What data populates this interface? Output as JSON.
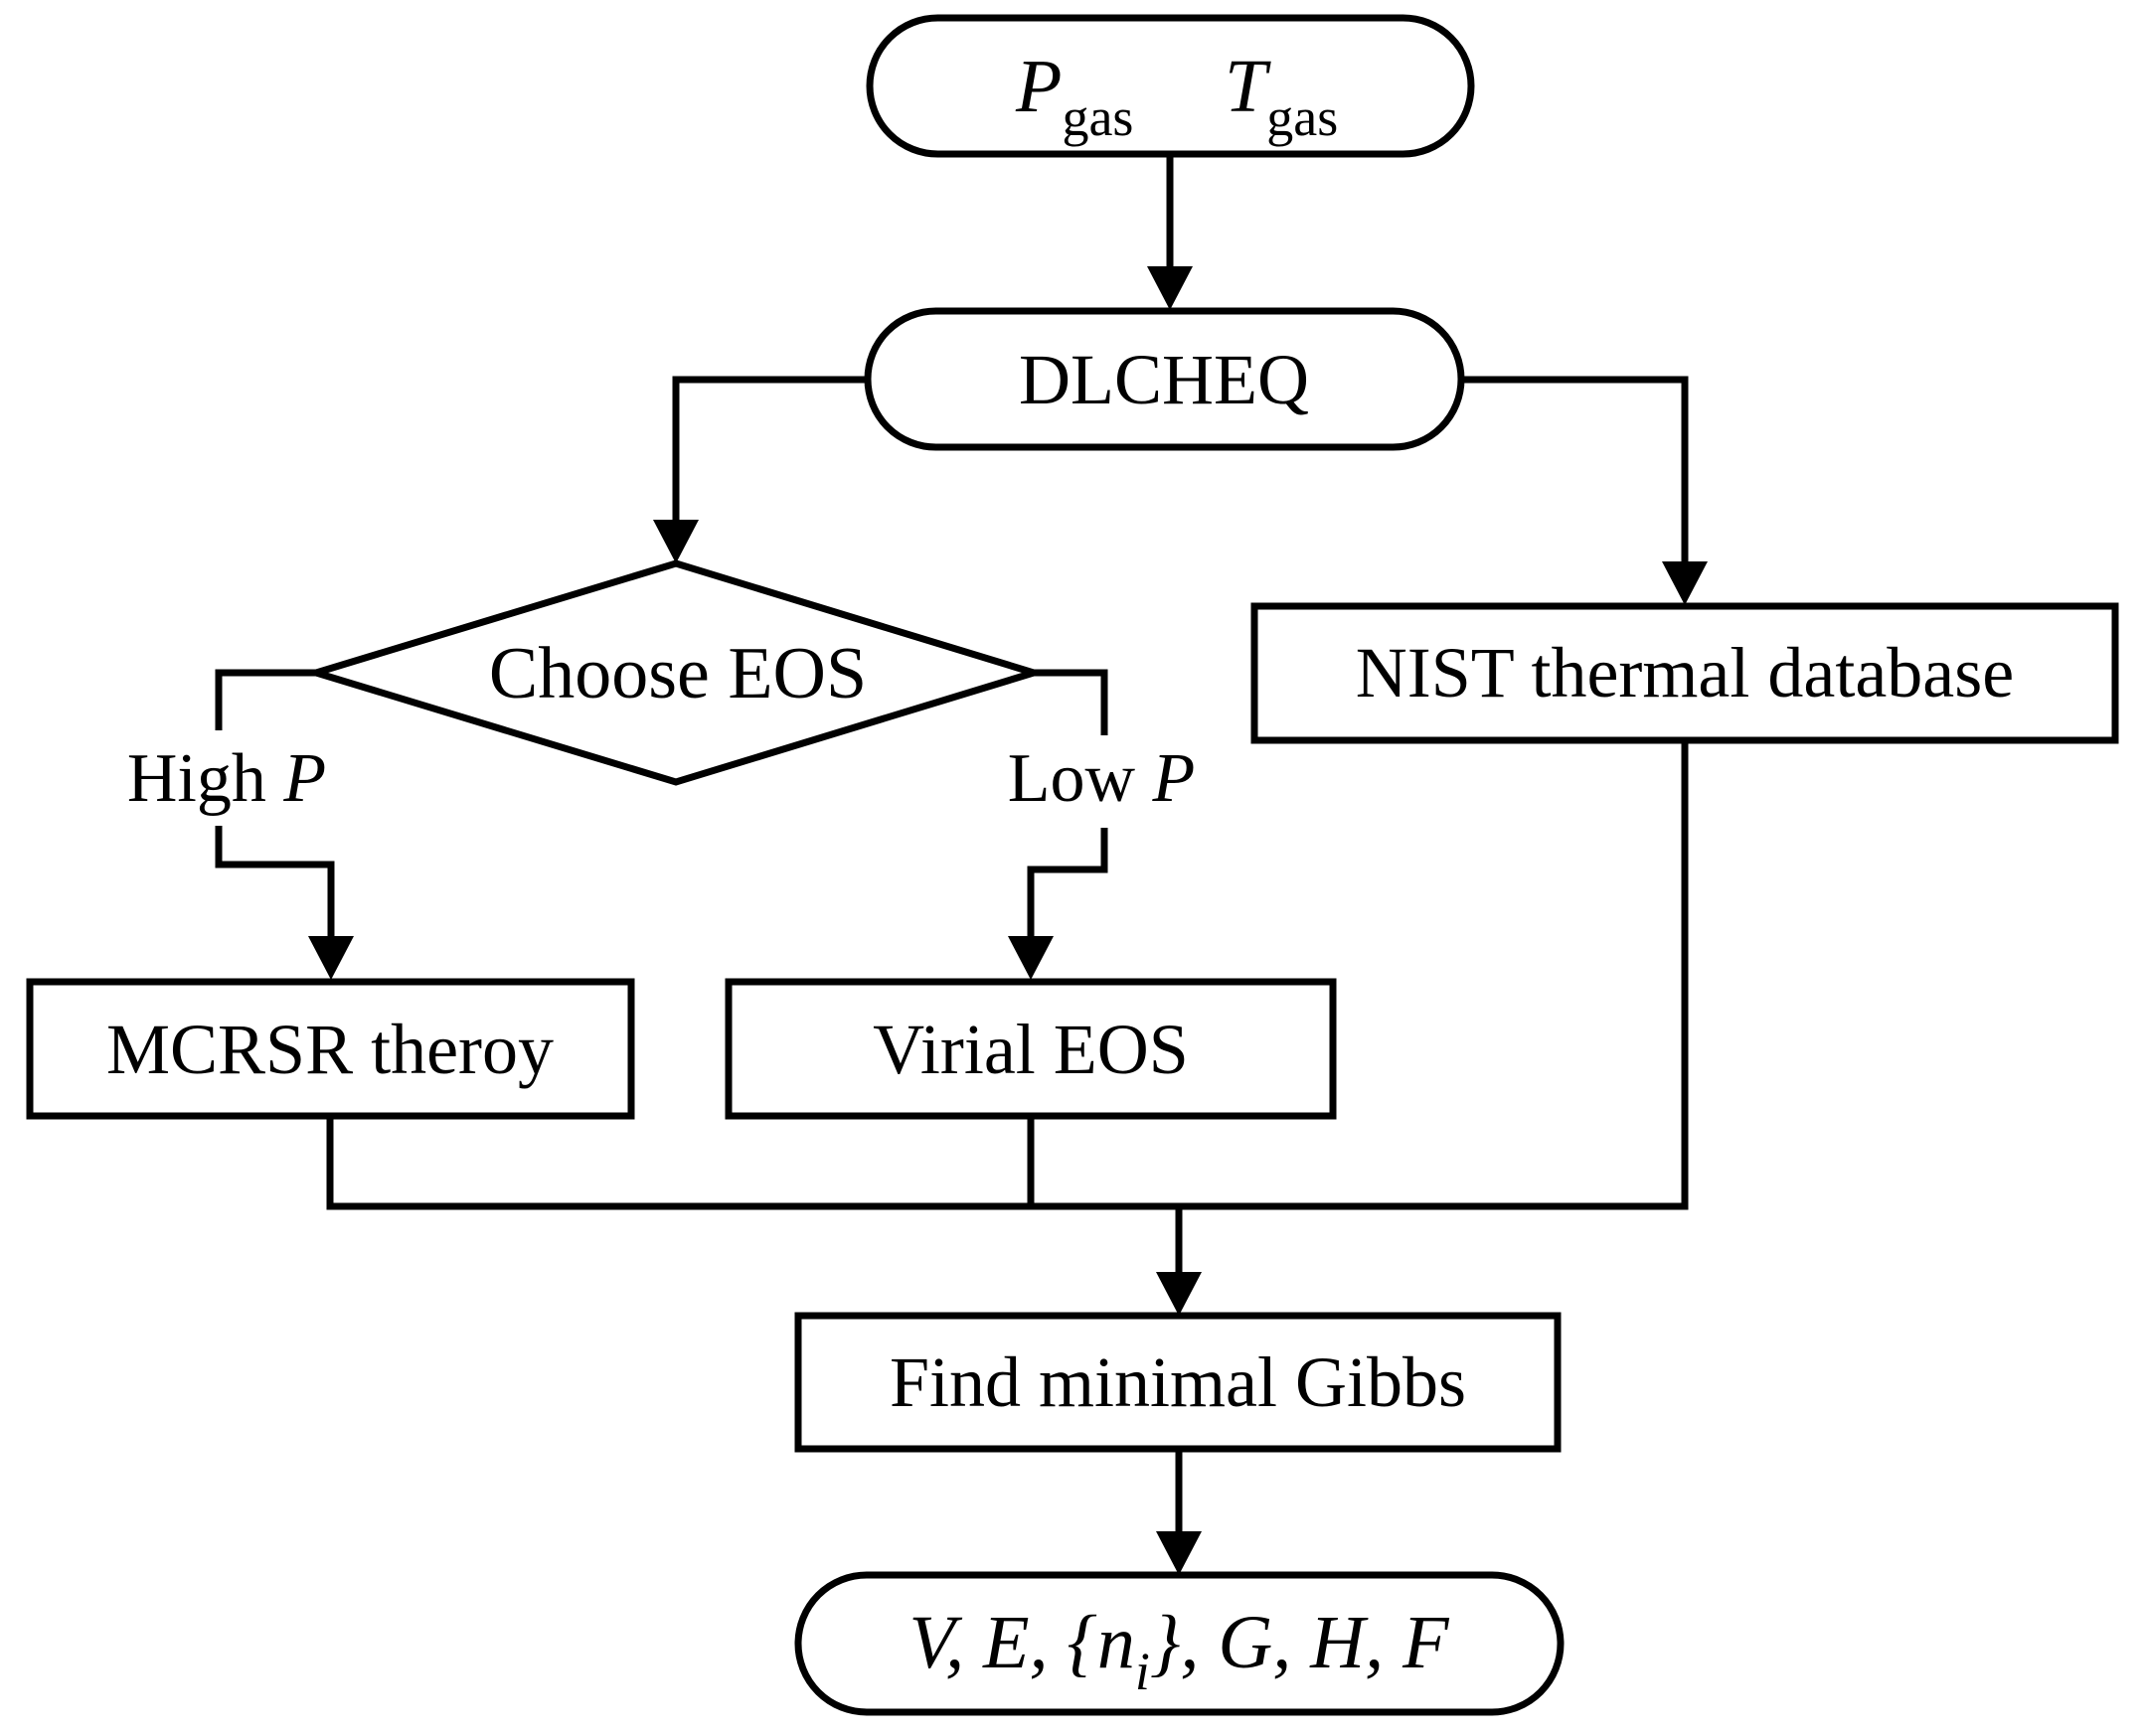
{
  "diagram": {
    "background": "#ffffff",
    "line_color": "#000000",
    "nodes": {
      "start": {
        "shape": "stadium",
        "p": "P",
        "p_sub": "gas",
        "t": "T",
        "t_sub": "gas"
      },
      "dlcheq": {
        "shape": "stadium",
        "label": "DLCHEQ"
      },
      "choose_eos": {
        "shape": "diamond",
        "label": "Choose EOS"
      },
      "mcrsr": {
        "shape": "rect",
        "label": "MCRSR theroy"
      },
      "virial": {
        "shape": "rect",
        "label": "Virial EOS"
      },
      "nist": {
        "shape": "rect",
        "label": "NIST thermal database"
      },
      "gibbs": {
        "shape": "rect",
        "label": "Find minimal Gibbs"
      },
      "output": {
        "shape": "stadium",
        "pre": "V, E, {n",
        "sub": "i",
        "post": "}, G, H, F"
      }
    },
    "edge_labels": {
      "high_p": {
        "text": "High ",
        "var": "P"
      },
      "low_p": {
        "text": "Low ",
        "var": "P"
      }
    }
  }
}
